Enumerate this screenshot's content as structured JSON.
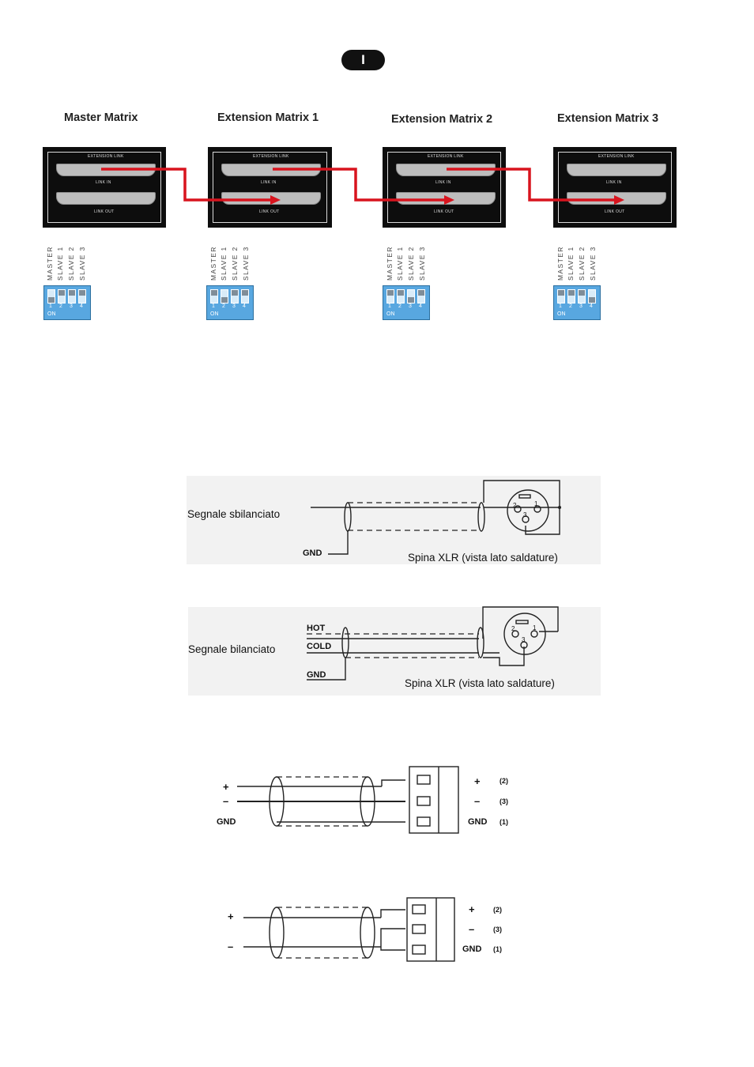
{
  "language_badge": "I",
  "matrices": [
    {
      "title": "Master Matrix",
      "dip_on_index": 0
    },
    {
      "title": "Extension Matrix 1",
      "dip_on_index": 1
    },
    {
      "title": "Extension Matrix 2",
      "dip_on_index": 2
    },
    {
      "title": "Extension Matrix 3",
      "dip_on_index": 3
    }
  ],
  "panel_labels": {
    "header": "EXTENSION LINK",
    "link_in": "LINK IN",
    "link_out": "LINK OUT"
  },
  "dip_switch": {
    "labels": [
      "MASTER",
      "SLAVE 1",
      "SLAVE 2",
      "SLAVE 3"
    ],
    "numbers": [
      "1",
      "2",
      "3",
      "4"
    ],
    "on_label": "ON"
  },
  "link_cable_color": "#d8141e",
  "unbalanced": {
    "signal_label": "Segnale sbilanciato",
    "gnd_label": "GND",
    "connector_label": "Spina XLR (vista lato saldature)",
    "pins": [
      "1",
      "2",
      "3"
    ]
  },
  "balanced": {
    "signal_label": "Segnale bilanciato",
    "hot_label": "HOT",
    "cold_label": "COLD",
    "gnd_label": "GND",
    "connector_label": "Spina XLR (vista lato saldature)",
    "pins": [
      "1",
      "2",
      "3"
    ]
  },
  "terminal_balanced": {
    "input_labels": [
      "+",
      "–",
      "GND"
    ],
    "terminal_labels": [
      "+",
      "–",
      "GND"
    ],
    "pin_numbers": [
      "(2)",
      "(3)",
      "(1)"
    ]
  },
  "terminal_unbalanced": {
    "input_labels": [
      "+",
      "–"
    ],
    "terminal_labels": [
      "+",
      "–",
      "GND"
    ],
    "pin_numbers": [
      "(2)",
      "(3)",
      "(1)"
    ]
  }
}
